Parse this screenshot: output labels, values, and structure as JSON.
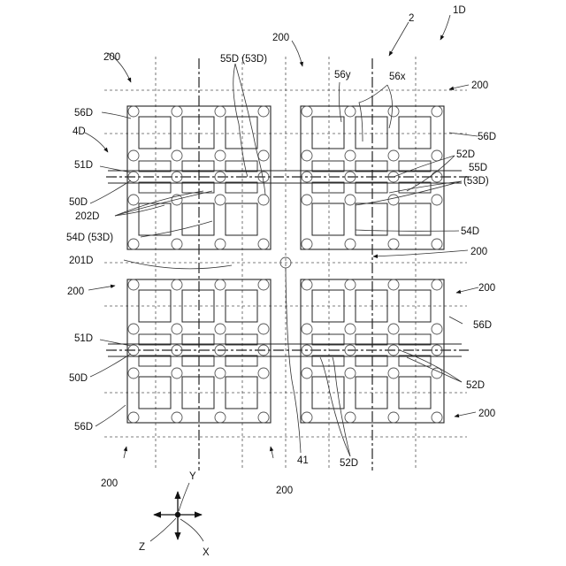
{
  "labels": {
    "l_1D": "1D",
    "l_2": "2",
    "l_200_tl": "200",
    "l_200_tc": "200",
    "l_200_tr": "200",
    "l_200_ml": "200",
    "l_200_mr": "200",
    "l_200_rb": "200",
    "l_200_mid": "200",
    "l_200_bl": "200",
    "l_200_bc": "200",
    "l_55D53D_top": "55D (53D)",
    "l_56y": "56y",
    "l_56x": "56x",
    "l_56D_1": "56D",
    "l_56D_2": "56D",
    "l_56D_3": "56D",
    "l_56D_4": "56D",
    "l_4D": "4D",
    "l_51D_top": "51D",
    "l_51D_bot": "51D",
    "l_50D_top": "50D",
    "l_50D_bot": "50D",
    "l_202D": "202D",
    "l_54D53D": "54D (53D)",
    "l_201D": "201D",
    "l_52D_1": "52D",
    "l_55D_r": "55D",
    "l_53D_r": "(53D)",
    "l_54D": "54D",
    "l_52D_2": "52D",
    "l_52D_3": "52D",
    "l_41": "41",
    "axis_Y": "Y",
    "axis_Z": "Z",
    "axis_X": "X"
  },
  "colors": {
    "line": "#222222",
    "background": "#ffffff"
  }
}
